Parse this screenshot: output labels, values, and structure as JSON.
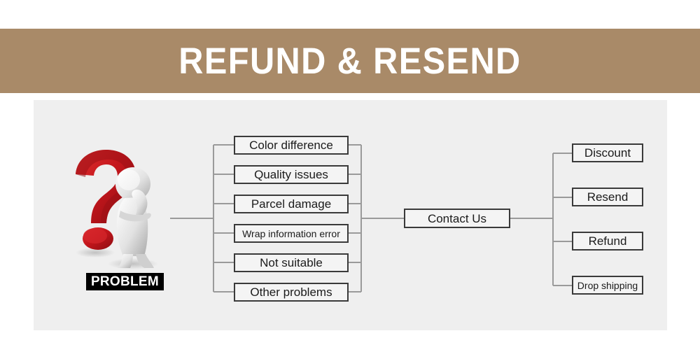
{
  "banner": {
    "title": "REFUND & RESEND",
    "background_color": "#a98a68",
    "text_color": "#ffffff"
  },
  "panel": {
    "background_color": "#efefef"
  },
  "diagram": {
    "type": "flow-tree",
    "source": {
      "icon": "question-mark-thinking-person-icon",
      "label": "PROBLEM",
      "label_background": "#000000",
      "label_color": "#ffffff",
      "accent_color": "#c4161c"
    },
    "problem_nodes": [
      {
        "id": "color-difference",
        "label": "Color difference",
        "size": "normal"
      },
      {
        "id": "quality-issues",
        "label": "Quality issues",
        "size": "normal"
      },
      {
        "id": "parcel-damage",
        "label": "Parcel damage",
        "size": "normal"
      },
      {
        "id": "wrap-information-error",
        "label": "Wrap information error",
        "size": "small"
      },
      {
        "id": "not-suitable",
        "label": "Not suitable",
        "size": "normal"
      },
      {
        "id": "other-problems",
        "label": "Other problems",
        "size": "normal"
      }
    ],
    "hub_node": {
      "id": "contact-us",
      "label": "Contact Us"
    },
    "resolution_nodes": [
      {
        "id": "discount",
        "label": "Discount",
        "size": "normal"
      },
      {
        "id": "resend",
        "label": "Resend",
        "size": "normal"
      },
      {
        "id": "refund",
        "label": "Refund",
        "size": "normal"
      },
      {
        "id": "drop-shipping",
        "label": "Drop shipping",
        "size": "small"
      }
    ],
    "box_border_color": "#3a3a3a",
    "box_fill_color": "#f4f4f4",
    "connector_color": "#9a9a9a"
  }
}
